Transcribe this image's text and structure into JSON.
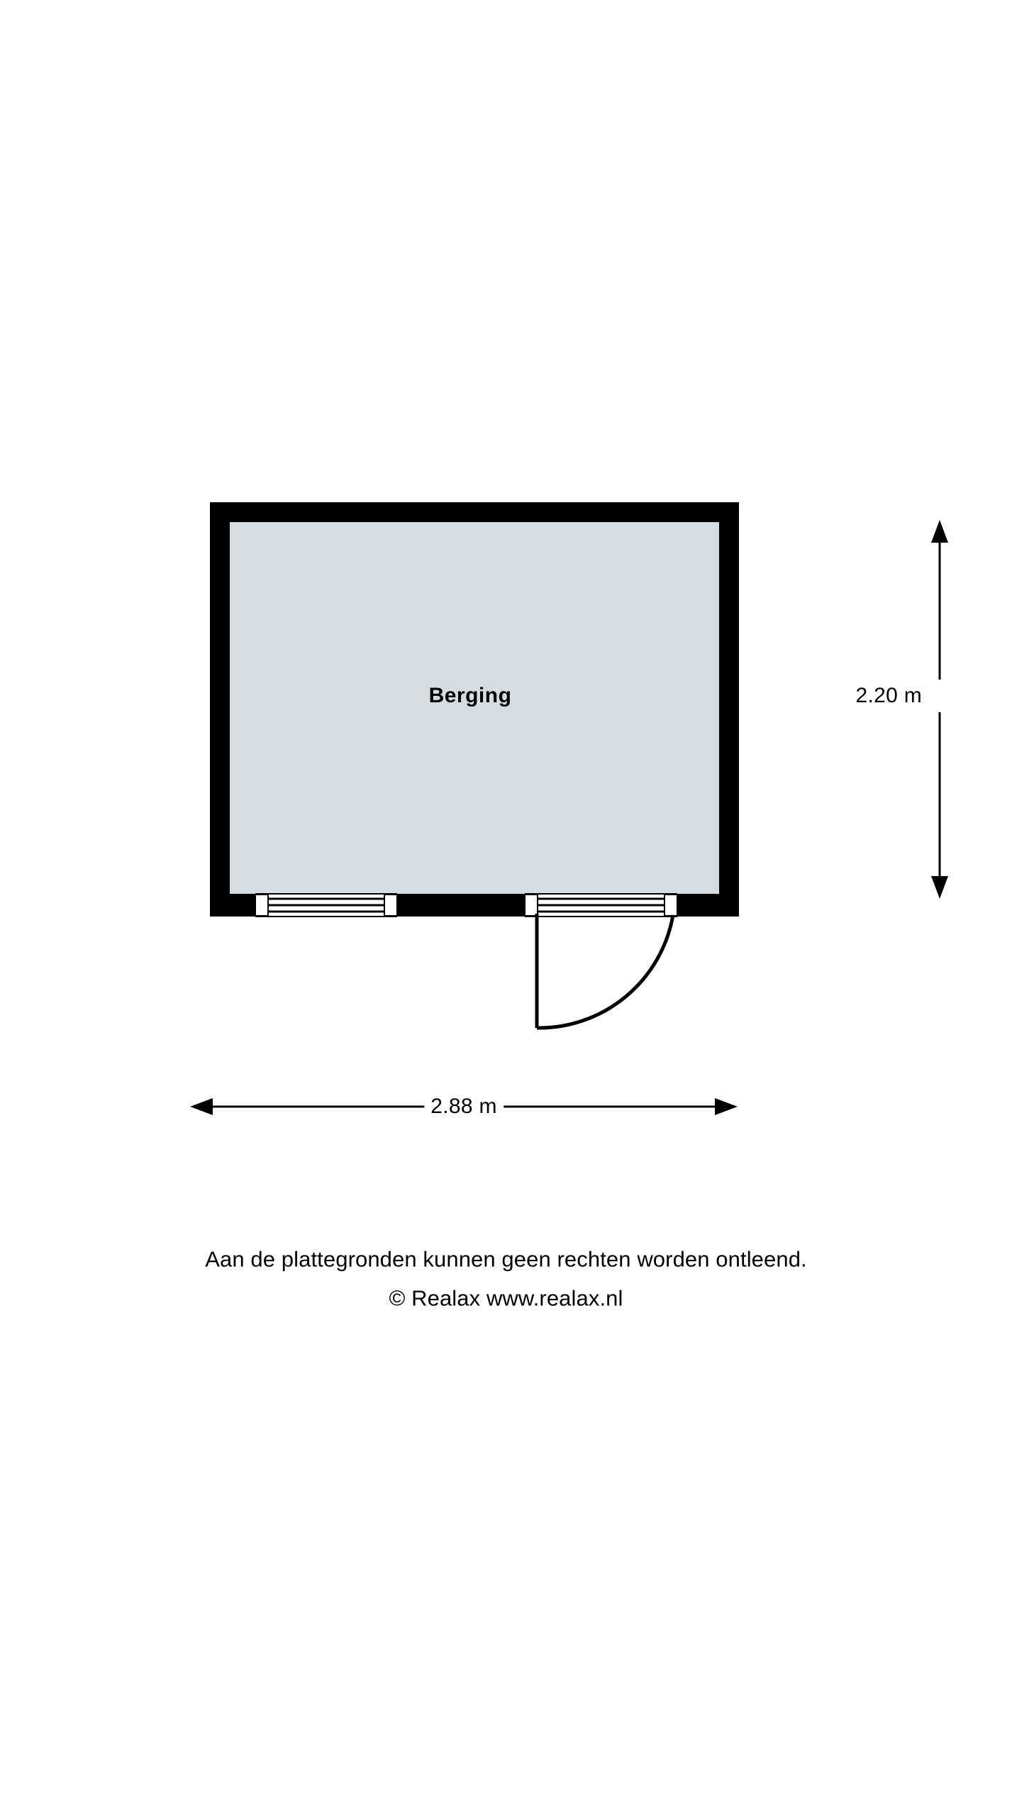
{
  "document": {
    "type": "floor-plan",
    "background_color": "#ffffff"
  },
  "plan": {
    "room": {
      "name": "Berging",
      "floor_color": "#d6dce0",
      "wall_color": "#000000"
    },
    "dimensions": {
      "width_label": "2.88 m",
      "height_label": "2.20 m",
      "width_value": 2.88,
      "height_value": 2.2,
      "unit": "m"
    },
    "openings": [
      {
        "type": "window",
        "name": "window-left",
        "wall": "bottom"
      },
      {
        "type": "window",
        "name": "window-right",
        "wall": "bottom"
      },
      {
        "type": "door",
        "name": "entry-door",
        "wall": "bottom",
        "swing": "outward-left",
        "hinge": "right"
      }
    ]
  },
  "footer": {
    "line1": "Aan de plattegronden kunnen geen rechten worden ontleend.",
    "line2": "© Realax www.realax.nl"
  }
}
